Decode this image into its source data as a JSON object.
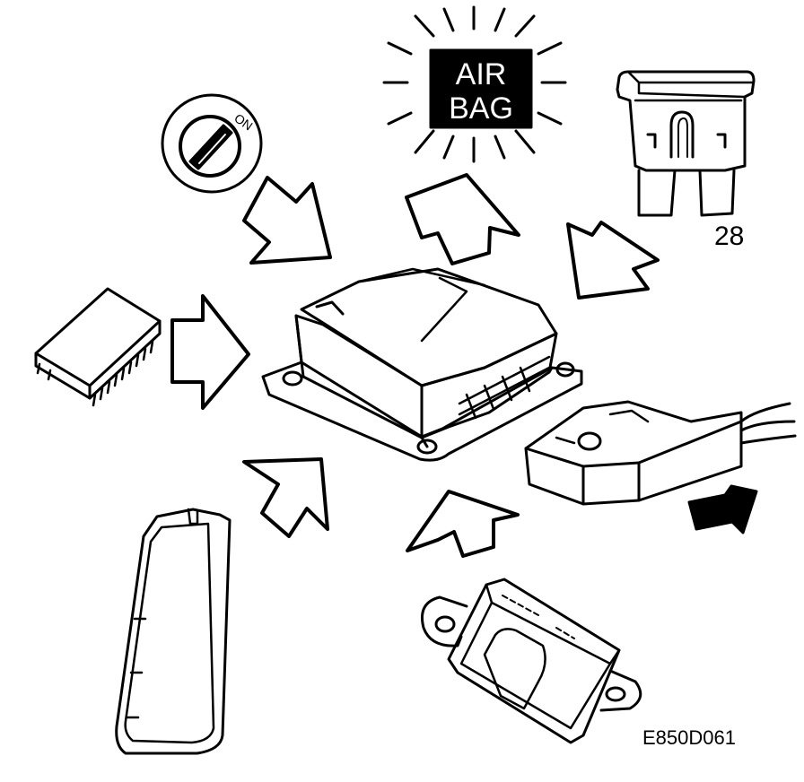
{
  "warning_lamp": {
    "line1": "AIR",
    "line2": "BAG"
  },
  "ignition_switch": {
    "label": "ON"
  },
  "fuse": {
    "number": "28"
  },
  "figure_code": "E850D061",
  "colors": {
    "ink": "#000000",
    "paper": "#ffffff"
  }
}
